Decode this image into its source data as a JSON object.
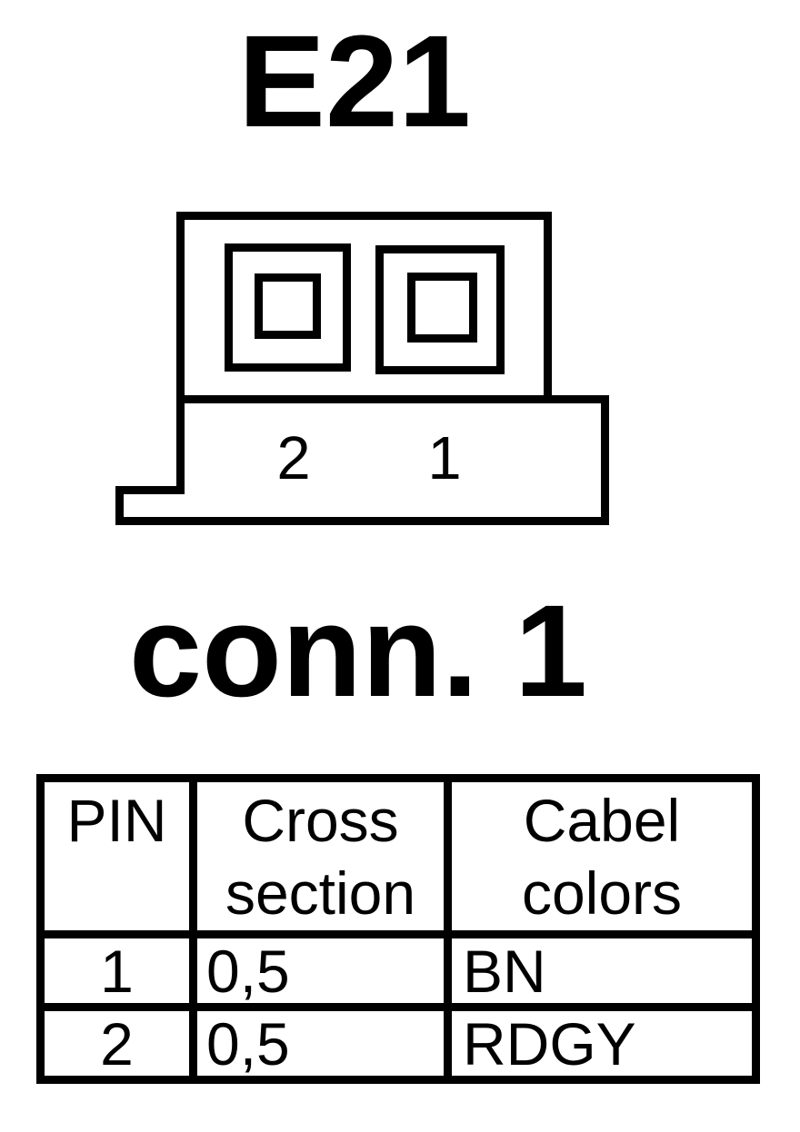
{
  "header": {
    "title": "E21"
  },
  "diagram": {
    "pin_labels": [
      "2",
      "1"
    ]
  },
  "section": {
    "connector_label": "conn. 1"
  },
  "pinout_table": {
    "headers": [
      "PIN",
      "Cross section",
      "Cabel colors"
    ],
    "rows": [
      [
        "1",
        "0,5",
        "BN"
      ],
      [
        "2",
        "0,5",
        "RDGY"
      ]
    ]
  },
  "colors": {
    "line": "#000000",
    "background": "#ffffff"
  }
}
